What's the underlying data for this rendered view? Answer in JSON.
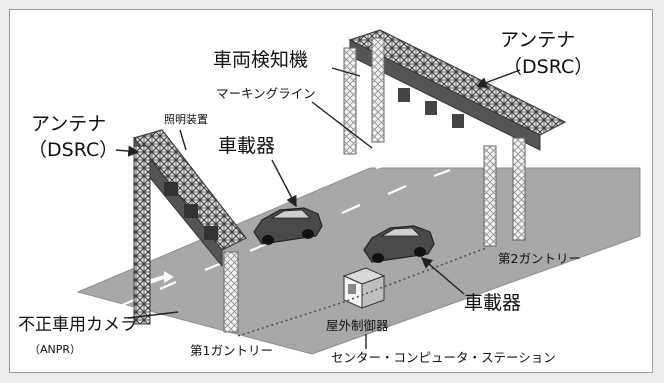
{
  "labels": {
    "vehicle_detector": "車両検知機",
    "antenna_right": "アンテナ",
    "dsrc_right": "（DSRC）",
    "marking_line": "マーキングライン",
    "antenna_left": "アンテナ",
    "dsrc_left": "（DSRC）",
    "lighting_device": "照明装置",
    "onboard_unit_top": "車載器",
    "onboard_unit_bottom": "車載器",
    "gantry_2": "第2ガントリー",
    "illegal_vehicle_camera": "不正車用カメラ",
    "anpr": "（ANPR）",
    "gantry_1": "第1ガントリー",
    "outdoor_controller": "屋外制御器",
    "center_computer_station": "センター・コンピュータ・ステーション"
  },
  "colors": {
    "road": "#a8a8a8",
    "structure": "#3a3a3a",
    "car": "#444444",
    "lane_marking": "#ffffff"
  }
}
